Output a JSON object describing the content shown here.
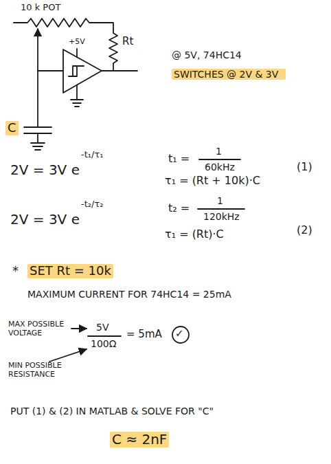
{
  "diagram": {
    "labels": [
      "10 k POT",
      "+5V",
      "Rt",
      "C",
      "@ 5V, 74HC14",
      "SWITCHES @ 2V & 3V",
      "2V = 3V e",
      "-t₁/τ₁",
      "t₁ =",
      "1",
      "60kHz",
      "τ₁ = (Rt + 10k)·C",
      "(1)",
      "2V = 3V e",
      "-t₂/τ₂",
      "t₂ =",
      "1",
      "120kHz",
      "τ₁ = (Rt)·C",
      "(2)",
      "*",
      "SET Rt = 10k",
      "MAXIMUM CURRENT FOR 74HC14 = 25mA",
      "MAX POSSIBLE VOLTAGE",
      "5V",
      "100Ω",
      "= 5mA",
      "✓",
      "MIN POSSIBLE RESISTANCE",
      "PUT (1) & (2) IN MATLAB & SOLVE FOR \"C\"",
      "C ≈ 2nF"
    ]
  }
}
